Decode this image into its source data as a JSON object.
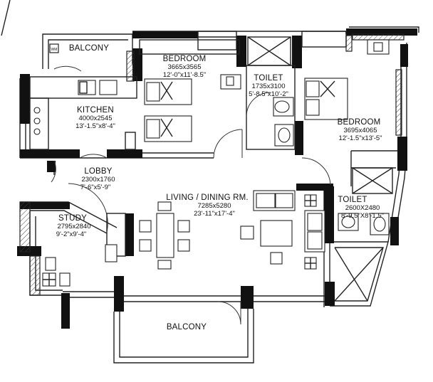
{
  "rooms": {
    "balcony_top": {
      "name": "BALCONY"
    },
    "wm": {
      "name": "WM"
    },
    "bedroom_1": {
      "name": "BEDROOM",
      "metric": "3665x3565",
      "imperial": "12'-0\"x11'-8.5\""
    },
    "toilet_1": {
      "name": "TOILET",
      "metric": "1735x3100",
      "imperial": "5'-8.5\"x10'-2\""
    },
    "bedroom_2": {
      "name": "BEDROOM",
      "metric": "3695x4065",
      "imperial": "12'-1.5\"x13'-5\""
    },
    "kitchen": {
      "name": "KITCHEN",
      "metric": "4000x2545",
      "imperial": "13'-1.5\"x8'-4\""
    },
    "lobby": {
      "name": "LOBBY",
      "metric": "2300x1760",
      "imperial": "7'-6\"x5'-9\""
    },
    "living": {
      "name": "LIVING / DINING RM.",
      "metric": "7285x5280",
      "imperial": "23'-11\"x17'-4\""
    },
    "toilet_2": {
      "name": "TOILET",
      "metric": "2600X2480",
      "imperial": "8'-9.5\"X8'-1.5\""
    },
    "study": {
      "name": "STUDY",
      "metric": "2795x2840",
      "imperial": "9'-2\"x9'-4\""
    },
    "balcony_bottom": {
      "name": "BALCONY"
    }
  },
  "colors": {
    "wall": "#111111",
    "line": "#222222",
    "background": "#ffffff"
  }
}
